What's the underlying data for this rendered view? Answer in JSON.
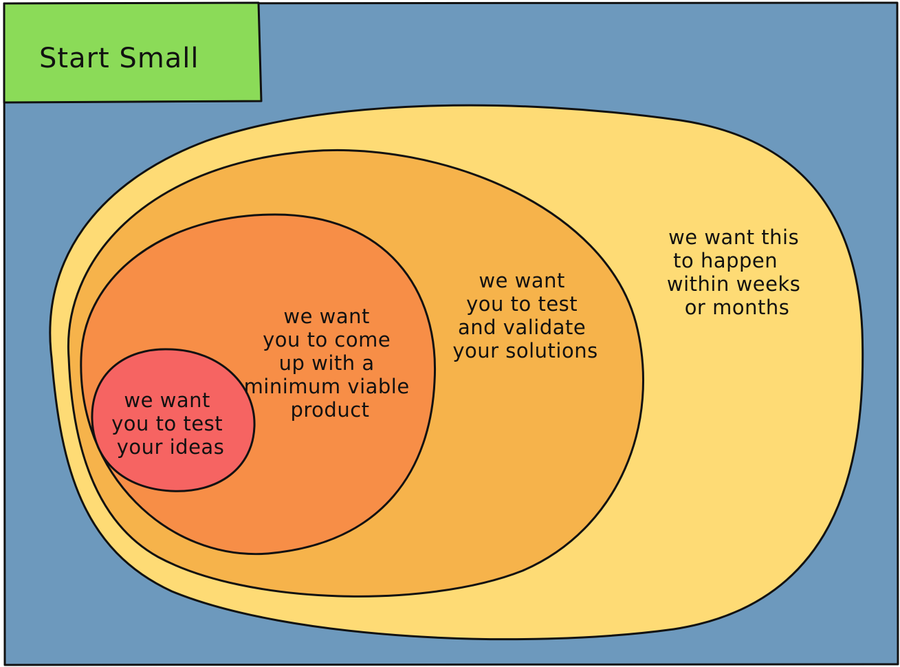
{
  "title": "Start Small",
  "colors": {
    "background": "#6d99bd",
    "title_box": "#8bdb58",
    "outer_ring": "#fedb75",
    "middle_ring": "#f6b34b",
    "inner_ring": "#f78e47",
    "core": "#f66462",
    "outline": "#111111"
  },
  "rings": [
    {
      "id": "weeks-months",
      "lines": [
        "we want this",
        "to happen",
        "within weeks",
        "or months"
      ]
    },
    {
      "id": "test-validate",
      "lines": [
        "we want",
        "you to test",
        "and validate",
        "your solutions"
      ]
    },
    {
      "id": "mvp",
      "lines": [
        "we want",
        "you to come",
        "up with a",
        "minimum viable",
        "product"
      ]
    },
    {
      "id": "test-ideas",
      "lines": [
        "we want",
        "you to test",
        "your ideas"
      ]
    }
  ]
}
